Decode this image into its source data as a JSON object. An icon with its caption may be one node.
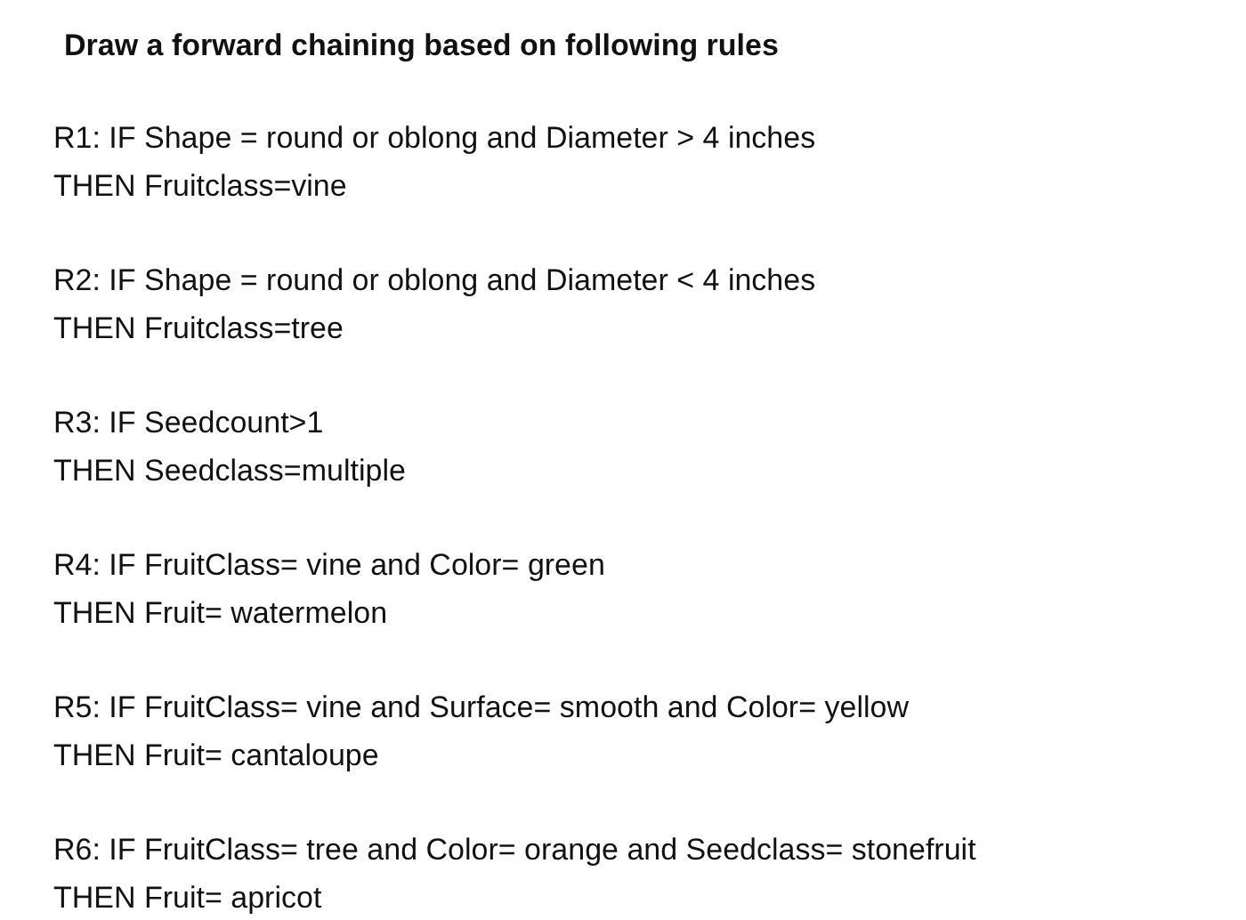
{
  "diagram": {
    "title": "Draw a forward chaining based on following rules",
    "labels": [
      "R1: IF Shape = round or oblong and Diameter > 4 inches",
      "THEN Fruitclass=vine",
      "R2: IF Shape = round or oblong and Diameter < 4 inches",
      "THEN Fruitclass=tree",
      "R3: IF Seedcount>1",
      "THEN Seedclass=multiple",
      "R4: IF FruitClass= vine and Color= green",
      "THEN Fruit= watermelon",
      "R5: IF FruitClass= vine and Surface= smooth and Color= yellow",
      "THEN Fruit= cantaloupe",
      "R6: IF FruitClass= tree and Color= orange and Seedclass= stonefruit",
      "THEN Fruit= apricot"
    ]
  }
}
